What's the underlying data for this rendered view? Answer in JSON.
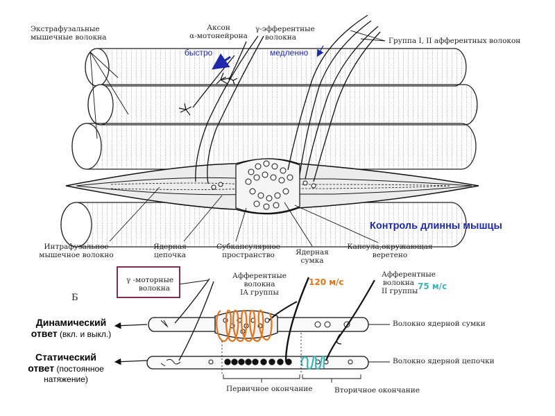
{
  "top": {
    "extrafusal": [
      "Экстрафузальные",
      "мышечные волокна"
    ],
    "axon_alpha": [
      "Аксон",
      "α-мотонейрона"
    ],
    "gamma_efferent": [
      "γ-эфферентные",
      "волокна"
    ],
    "group_afferent": "Группа I, II афферентных волокон",
    "fast": "быстро",
    "slow": "медленно",
    "intrafusal": [
      "Интрафузальное",
      "мышечное волокно"
    ],
    "nuclear_chain": [
      "Ядерная",
      "цепочка"
    ],
    "subcapsular": [
      "Субкапсулярное",
      "пространство"
    ],
    "nuclear_bag": [
      "Ядерная",
      "сумка"
    ],
    "capsule": [
      "Капсула,окружающая",
      "веретено"
    ],
    "title": "Контроль длинны мышцы"
  },
  "bottom": {
    "gamma_motor": [
      "γ -моторные",
      "волокна"
    ],
    "letter_b": "Б",
    "afferent_1a": [
      "Афферентные",
      "волокна",
      "IA группы"
    ],
    "speed_1a": "120 м/с",
    "afferent_2": [
      "Афферентные",
      "волокна",
      "II группы"
    ],
    "speed_2": "75 м/с",
    "bag_fiber": "Волокно ядерной сумки",
    "chain_fiber": "Волокно ядерной цепочки",
    "primary_ending": "Первичное окончание",
    "secondary_ending": "Вторичное окончание",
    "dynamic_title": [
      "Динамический",
      "ответ"
    ],
    "dynamic_note": "(вкл. и выкл.)",
    "static_title": [
      "Статический",
      "ответ"
    ],
    "static_note": [
      "(постоянное",
      "натяжение)"
    ]
  },
  "colors": {
    "ink": "#1a1a1a",
    "blue_accent": "#1f2aa8",
    "orange_coil": "#e2741c",
    "teal_coil": "#3bb3b8",
    "box_border": "#7b2d52"
  }
}
